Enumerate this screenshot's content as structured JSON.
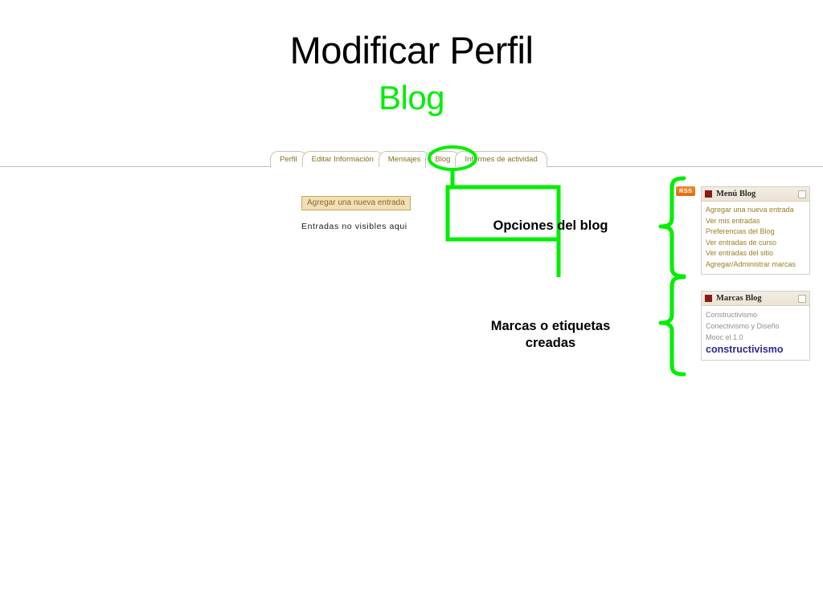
{
  "slide": {
    "title": "Modificar Perfil",
    "subtitle": "Blog",
    "accent_green": "#00ee00",
    "link_gold": "#9b7d22",
    "tag_blue": "#2b2b8f",
    "header_red": "#8b1a18",
    "rss_orange": "#df6b10"
  },
  "tabs": [
    {
      "label": "Perfil",
      "selected": false
    },
    {
      "label": "Editar Información",
      "selected": false
    },
    {
      "label": "Mensajes",
      "selected": false
    },
    {
      "label": "Blog",
      "selected": true
    },
    {
      "label": "Informes de actividad",
      "selected": false
    }
  ],
  "content": {
    "new_entry_button": "Agregar una nueva entrada",
    "empty_message": "Entradas no visibles aqui"
  },
  "rss": {
    "label": "RSS"
  },
  "menu_block": {
    "title": "Menú Blog",
    "items": [
      "Agregar una nueva entrada",
      "Ver mis entradas",
      "Preferencias del Blog",
      "Ver entradas de curso",
      "Ver entradas del sitio",
      "Agregar/Administrar marcas"
    ]
  },
  "marks_block": {
    "title": "Marcas Blog",
    "tags": [
      {
        "label": "Constructivismo",
        "emphasis": false
      },
      {
        "label": "Conectivismo y Diseño",
        "emphasis": false
      },
      {
        "label": "Mooc el 1.0",
        "emphasis": false
      },
      {
        "label": "constructivismo",
        "emphasis": true
      }
    ]
  },
  "annotations": {
    "callout_options": "Opciones del blog",
    "callout_tags": "Marcas o etiquetas\ncreadas"
  }
}
